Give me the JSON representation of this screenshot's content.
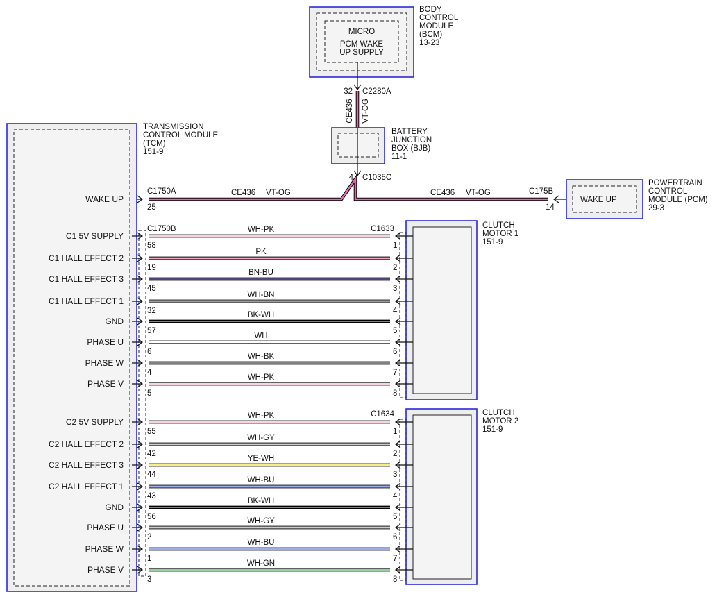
{
  "colors": {
    "box_border": "#2a2ad8",
    "WH": "#ffffff",
    "PK": "#f2a7c3",
    "BN": "#6b2a1a",
    "BU": "#3a5bd9",
    "BK": "#000000",
    "GY": "#999999",
    "YE": "#f0e000",
    "GN": "#2e9e3e",
    "VT": "#a546a8",
    "OG": "#ff8c1a"
  },
  "bcm": {
    "label": [
      "BODY",
      "CONTROL",
      "MODULE",
      "(BCM)",
      "13-23"
    ],
    "micro": "MICRO",
    "supply": [
      "PCM WAKE",
      "UP SUPPLY"
    ]
  },
  "c2280a": {
    "pin": "32",
    "name": "C2280A"
  },
  "bcm_bjb_wire": {
    "circuit": "CE436",
    "color": "VT-OG"
  },
  "bjb": {
    "label": [
      "BATTERY",
      "JUNCTION",
      "BOX (BJB)",
      "11-1"
    ]
  },
  "c1035c": {
    "pin": "4",
    "name": "C1035C"
  },
  "tcm": {
    "label": [
      "TRANSMISSION",
      "CONTROL MODULE",
      "(TCM)",
      "151-9"
    ]
  },
  "pcm": {
    "label": [
      "POWERTRAIN",
      "CONTROL",
      "MODULE (PCM)",
      "29-3"
    ],
    "signal": "WAKE UP"
  },
  "wake": {
    "signal": "WAKE UP",
    "tcm_connector": "C1750A",
    "tcm_pin": "25",
    "left_circuit": "CE436",
    "left_color": "VT-OG",
    "right_circuit": "CE436",
    "right_color": "VT-OG",
    "pcm_connector": "C175B",
    "pcm_pin": "14"
  },
  "motor1": {
    "label": [
      "CLUTCH",
      "MOTOR 1",
      "151-9"
    ],
    "tcm_connector": "C1750B",
    "motor_connector": "C1633"
  },
  "motor2": {
    "label": [
      "CLUTCH",
      "MOTOR 2",
      "151-9"
    ],
    "motor_connector": "C1634"
  },
  "motor1_wires": [
    {
      "signal": "C1 5V SUPPLY",
      "tcm_pin": "58",
      "color": "WH-PK",
      "motor_pin": "1"
    },
    {
      "signal": "C1 HALL EFFECT 2",
      "tcm_pin": "19",
      "color": "PK",
      "motor_pin": "2"
    },
    {
      "signal": "C1 HALL EFFECT 3",
      "tcm_pin": "45",
      "color": "BN-BU",
      "motor_pin": "3"
    },
    {
      "signal": "C1 HALL EFFECT 1",
      "tcm_pin": "32",
      "color": "WH-BN",
      "motor_pin": "4"
    },
    {
      "signal": "GND",
      "tcm_pin": "57",
      "color": "BK-WH",
      "motor_pin": "5"
    },
    {
      "signal": "PHASE U",
      "tcm_pin": "6",
      "color": "WH",
      "motor_pin": "6"
    },
    {
      "signal": "PHASE W",
      "tcm_pin": "4",
      "color": "WH-BK",
      "motor_pin": "7"
    },
    {
      "signal": "PHASE V",
      "tcm_pin": "5",
      "color": "WH-PK",
      "motor_pin": "8"
    }
  ],
  "motor2_wires": [
    {
      "signal": "C2 5V SUPPLY",
      "tcm_pin": "55",
      "color": "WH-PK",
      "motor_pin": "1"
    },
    {
      "signal": "C2 HALL EFFECT 2",
      "tcm_pin": "42",
      "color": "WH-GY",
      "motor_pin": "2"
    },
    {
      "signal": "C2 HALL EFFECT 3",
      "tcm_pin": "44",
      "color": "YE-WH",
      "motor_pin": "3"
    },
    {
      "signal": "C2 HALL EFFECT 1",
      "tcm_pin": "43",
      "color": "WH-BU",
      "motor_pin": "4"
    },
    {
      "signal": "GND",
      "tcm_pin": "56",
      "color": "BK-WH",
      "motor_pin": "5"
    },
    {
      "signal": "PHASE U",
      "tcm_pin": "2",
      "color": "WH-GY",
      "motor_pin": "6"
    },
    {
      "signal": "PHASE W",
      "tcm_pin": "1",
      "color": "WH-BU",
      "motor_pin": "7"
    },
    {
      "signal": "PHASE V",
      "tcm_pin": "3",
      "color": "WH-GN",
      "motor_pin": "8"
    }
  ]
}
